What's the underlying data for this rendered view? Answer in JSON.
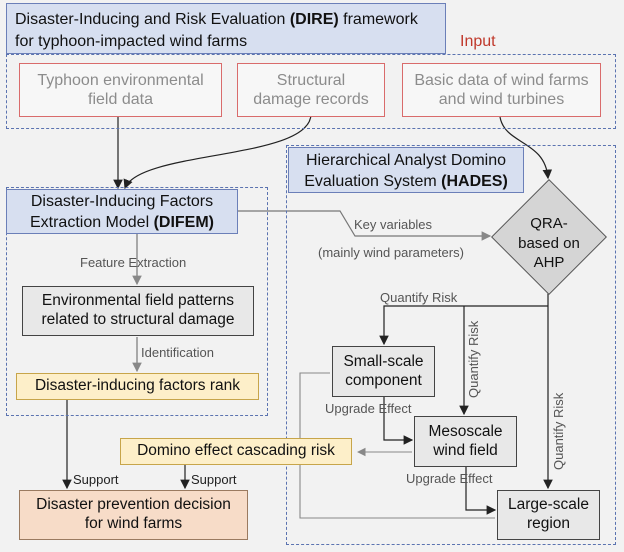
{
  "framework_title_prefix": "Disaster-Inducing and Risk Evaluation ",
  "framework_title_bold": "(DIRE)",
  "framework_title_suffix": " framework",
  "framework_title_line2": "for typhoon-impacted wind farms",
  "input_label": "Input",
  "inputs": [
    "Typhoon environmental field data",
    "Structural damage records",
    "Basic data of wind farms and wind turbines"
  ],
  "difem": {
    "line1": "Disaster-Inducing Factors",
    "line2_prefix": "Extraction Model ",
    "line2_bold": "(DIFEM)"
  },
  "hades": {
    "line1": "Hierarchical Analyst Domino",
    "line2_prefix": "Evaluation System ",
    "line2_bold": "(HADES)"
  },
  "labels": {
    "key_variables": "Key variables",
    "wind_parameters": "(mainly wind parameters)",
    "feature_extraction": "Feature  Extraction",
    "identification": "Identification",
    "quantify_risk_top": "Quantify Risk",
    "quantify_risk_mid": "Quantify Risk",
    "quantify_risk_right": "Quantify Risk",
    "upgrade_effect_1": "Upgrade Effect",
    "upgrade_effect_2": "Upgrade Effect",
    "support_left": "Support",
    "support_right": "Support"
  },
  "nodes": {
    "qra": "QRA-based on AHP",
    "env_patterns": "Environmental field patterns related to structural damage",
    "factors_rank": "Disaster-inducing factors rank",
    "small_scale": "Small-scale component",
    "mesoscale": "Mesoscale wind field",
    "domino": "Domino effect cascading risk",
    "large_scale": "Large-scale region",
    "decision": "Disaster prevention decision for wind farms"
  },
  "colors": {
    "blue_title": "#d7dff0",
    "yellow": "#fdefc9",
    "orange": "#f7dcc8",
    "gray": "#e8e8e8",
    "input_border": "#d96b6b",
    "input_text": "#c0392b"
  }
}
